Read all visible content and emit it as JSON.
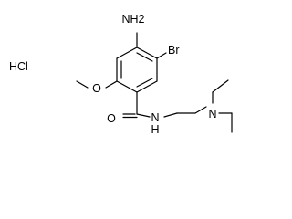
{
  "structure": {
    "atoms": {
      "amine": "NH2",
      "bromine": "Br",
      "ether_oxygen": "O",
      "carbonyl_oxygen": "O",
      "amide_nitrogen": "N",
      "amide_hydrogen": "H",
      "tertiary_nitrogen": "N"
    },
    "salt": "HCl"
  }
}
